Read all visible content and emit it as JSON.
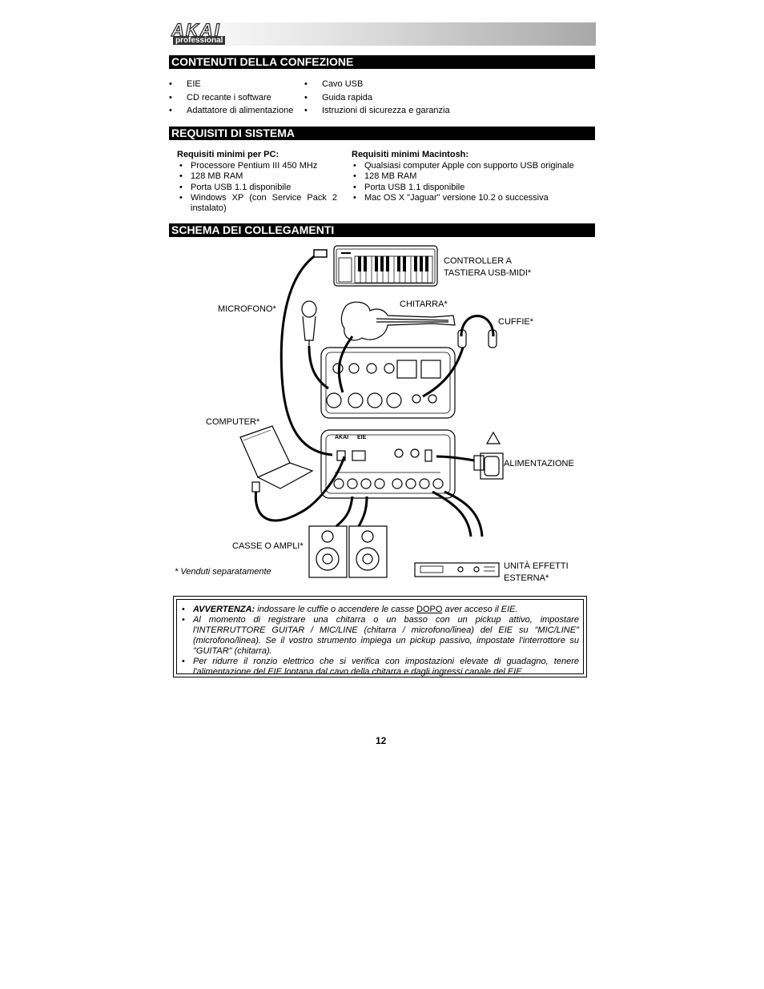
{
  "header": {
    "brand": "AKAI",
    "brand_sub": "professional"
  },
  "contents": {
    "title": "CONTENUTI DELLA CONFEZIONE",
    "col1": [
      "EIE",
      "CD recante i software",
      "Adattatore di alimentazione"
    ],
    "col2": [
      "Cavo USB",
      "Guida rapida",
      "Istruzioni di sicurezza e garanzia"
    ]
  },
  "requirements": {
    "title": "REQUISITI DI SISTEMA",
    "pc_title": "Requisiti minimi per PC:",
    "pc": [
      "Processore Pentium III 450 MHz",
      "128 MB RAM",
      "Porta USB 1.1 disponibile",
      "Windows XP (con Service Pack 2",
      "instalato)"
    ],
    "mac_title": "Requisiti minimi Macintosh:",
    "mac": [
      "Qualsiasi computer Apple con supporto USB originale",
      "128 MB RAM",
      "Porta USB 1.1 disponibile",
      "Mac OS X \"Jaguar\" versione 10.2 o successiva"
    ]
  },
  "diagram": {
    "title": "SCHEMA DEI COLLEGAMENTI",
    "controller_1": "CONTROLLER A",
    "controller_2": "TASTIERA USB-MIDI*",
    "microfono": "MICROFONO*",
    "chitarra": "CHITARRA*",
    "cuffie": "CUFFIE*",
    "computer": "COMPUTER*",
    "alimentazione": "ALIMENTAZIONE",
    "casse": "CASSE O AMPLI*",
    "venduti": "* Venduti separatamente",
    "effetti_1": "UNITÀ EFFETTI",
    "effetti_2": "ESTERNA*",
    "device_brand": "AKAI",
    "device_model": "EIE"
  },
  "warnings": {
    "w1_bold": "AVVERTENZA:",
    "w1_a": " indossare le cuffie o accendere le casse ",
    "w1_u": "DOPO",
    "w1_b": " aver acceso il EIE.",
    "w2": "Al momento di registrare una chitarra o un basso con un pickup attivo, impostare l'INTERRUTTORE GUITAR / MIC/LINE (chitarra / microfono/linea) del EIE su \"MIC/LINE\" (microfono/linea). Se il vostro strumento impiega un pickup passivo, impostate l'interrottore su \"GUITAR\" (chitarra).",
    "w3": "Per ridurre il ronzio elettrico che si verifica con impostazioni elevate di guadagno, tenere l'alimentazione del EIE lontana dal cavo della chitarra e dagli ingressi canale del EIE."
  },
  "page_number": "12"
}
